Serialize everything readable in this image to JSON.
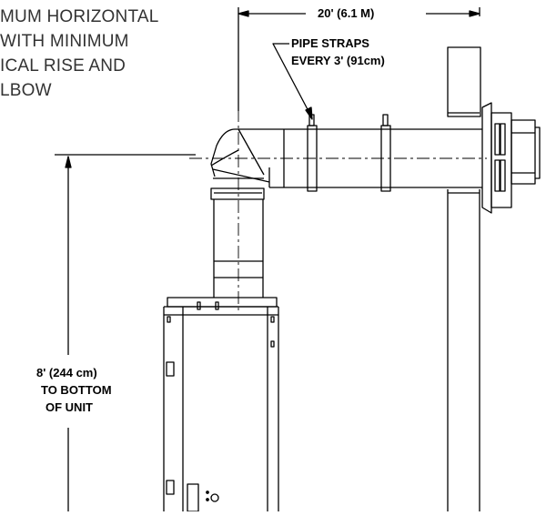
{
  "title_lines": [
    "MUM HORIZONTAL",
    "WITH MINIMUM",
    "ICAL RISE AND",
    "LBOW"
  ],
  "dimension_horizontal": "20' (6.1 M)",
  "pipe_straps": [
    "PIPE STRAPS",
    "EVERY 3' (91cm)"
  ],
  "vertical_dimension": [
    "8' (244 cm)",
    "TO BOTTOM",
    "OF UNIT"
  ],
  "colors": {
    "line": "#000000",
    "title_text": "#333333"
  }
}
